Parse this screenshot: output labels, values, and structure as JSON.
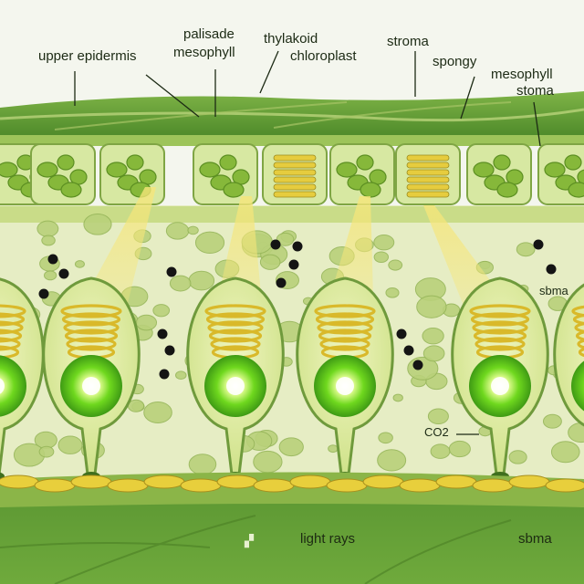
{
  "labels": {
    "upper_epidermis": "upper epidermis",
    "palisade_line1": "palisade",
    "palisade_line2": "mesophyll",
    "thylakoid": "thylakoid",
    "chloroplast": "chloroplast",
    "stroma_top": "stroma",
    "spongy": "spongy",
    "mesophyll_right": "mesophyll",
    "stoma_right": "stoma",
    "sbma": "sbma",
    "co2": "CO2",
    "light_rays": "light rays",
    "sbma_bottom": "sbma"
  },
  "colors": {
    "leaf_dark": "#4f8a2a",
    "leaf_mid": "#7fb041",
    "cell_wall": "#6f9a3c",
    "chloroplast": "#8fbf2f",
    "glow": "#b8f04a",
    "thylakoid": "#e2c83a",
    "light_ray": "#f3e27a",
    "background_tissue": "#e6edc4"
  }
}
